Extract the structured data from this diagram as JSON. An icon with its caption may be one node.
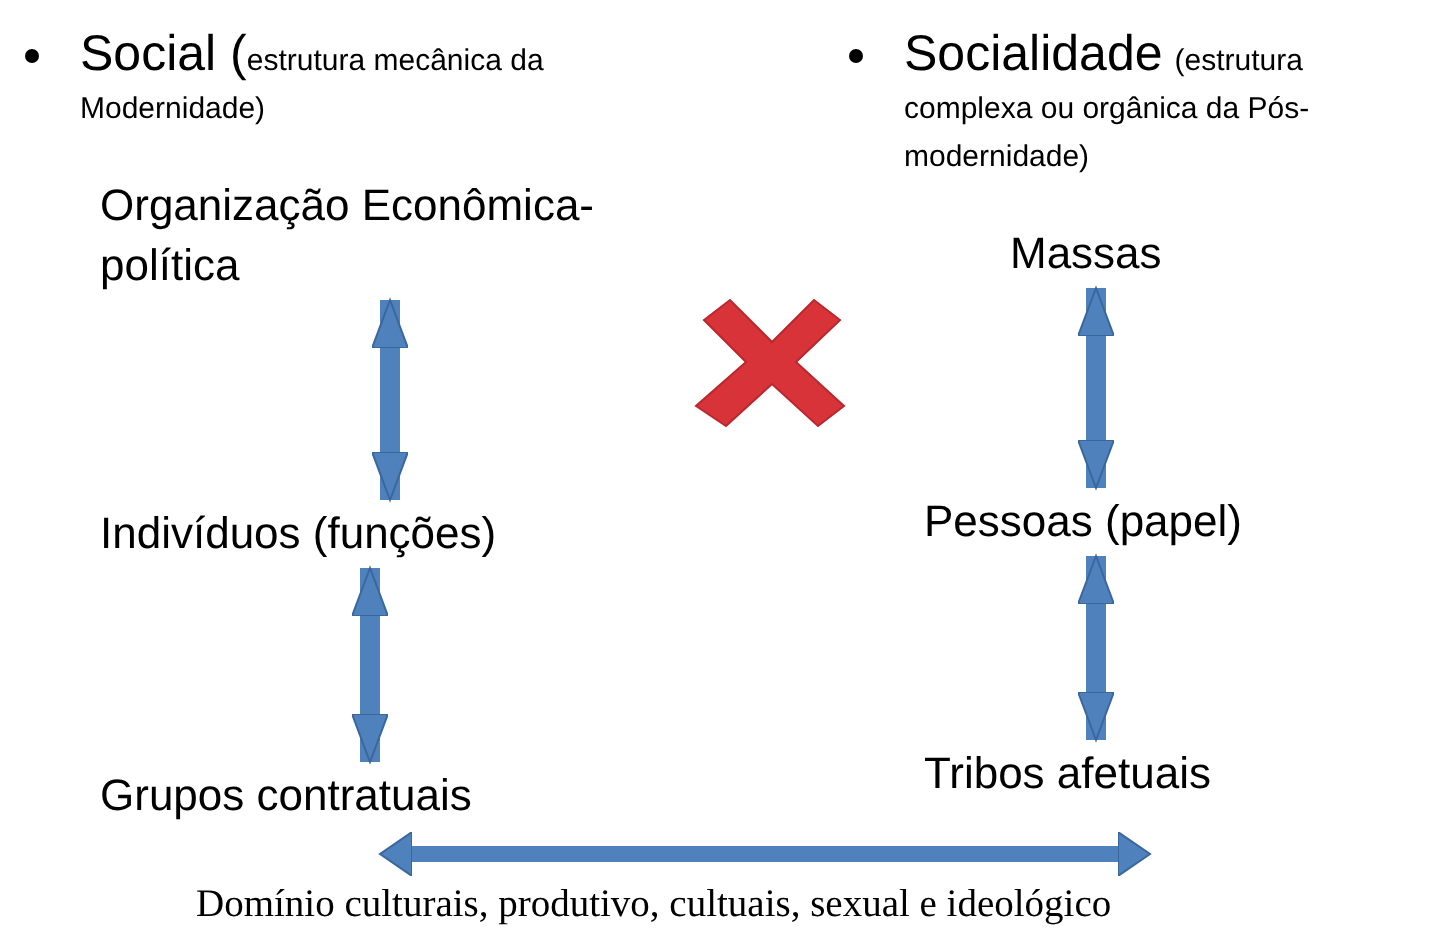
{
  "diagram": {
    "nodes": [
      {
        "text": [
          "Organização Econômica-política"
        ]
      },
      {
        "text": [
          "Indivíduos (funções)"
        ]
      },
      {
        "text": [
          "Grupos contratuais"
        ]
      },
      {
        "text": [
          "Massas"
        ]
      },
      {
        "text": [
          "Pessoas (papel)"
        ]
      },
      {
        "text": [
          "Tribos afetuais"
        ]
      }
    ],
    "edges": [
      {
        "from": 0,
        "to": 1,
        "arrow": "both"
      },
      {
        "from": 1,
        "to": 2,
        "arrow": "both"
      },
      {
        "from": 3,
        "to": 4,
        "arrow": "both"
      },
      {
        "from": 4,
        "to": 5,
        "arrow": "both"
      },
      {
        "from": 2,
        "to": 5,
        "arrow": "both"
      }
    ],
    "labels": [
      "Social (",
      "estrutura mecânica da Modernidade)",
      "Socialidade",
      "(estrutura complexa ou orgânica da Pós-modernidade)",
      "Domínio culturais, produtivo, cultuais, sexual e ideológico"
    ]
  }
}
